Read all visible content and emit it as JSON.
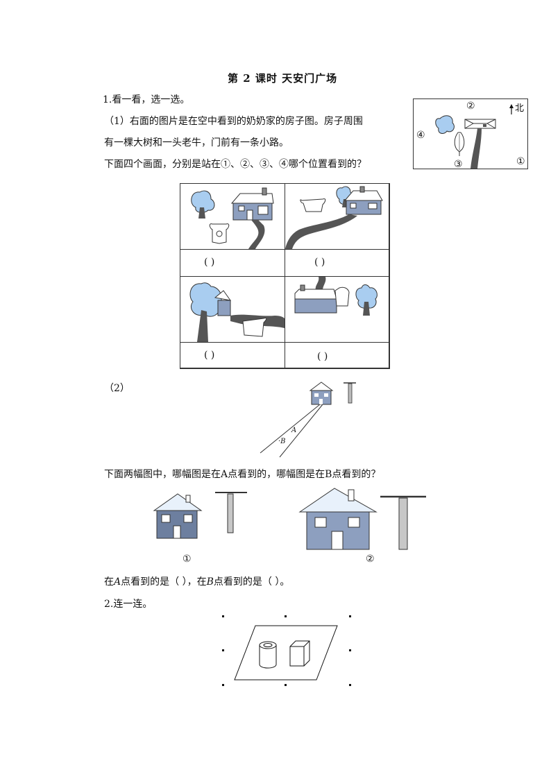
{
  "title": "第 2 课时   天安门广场",
  "q1": {
    "heading": "1.看一看，选一选。",
    "p1_line1": "（1）右面的图片是在空中看到的奶奶家的房子图。房子周围",
    "p1_line2": "有一棵大树和一头老牛，门前有一条小路。",
    "p1_line3": "下面四个画面，分别是站在①、②、③、④哪个位置看到的？",
    "map": {
      "north_label": "北",
      "pos1": "①",
      "pos2": "②",
      "pos3": "③",
      "pos4": "④"
    },
    "answer_blanks": [
      "(         )",
      "(         )",
      "(         )",
      "(         )"
    ],
    "colors": {
      "tree": "#a9cdf0",
      "house": "#8d9fbf",
      "road": "#555555"
    }
  },
  "q1_2": {
    "label": "（2）",
    "point_a": "A",
    "point_b": "·B",
    "question": "下面两幅图中，哪幅图是在A点看到的，哪幅图是在B点看到的？",
    "fig1_label": "①",
    "fig2_label": "②",
    "answer_part1": "在",
    "answer_a": "A",
    "answer_part2": "点看到的是（          ），在",
    "answer_b": "B",
    "answer_part3": "点看到的是（          ）。"
  },
  "q2": {
    "heading": "2.连一连。"
  }
}
